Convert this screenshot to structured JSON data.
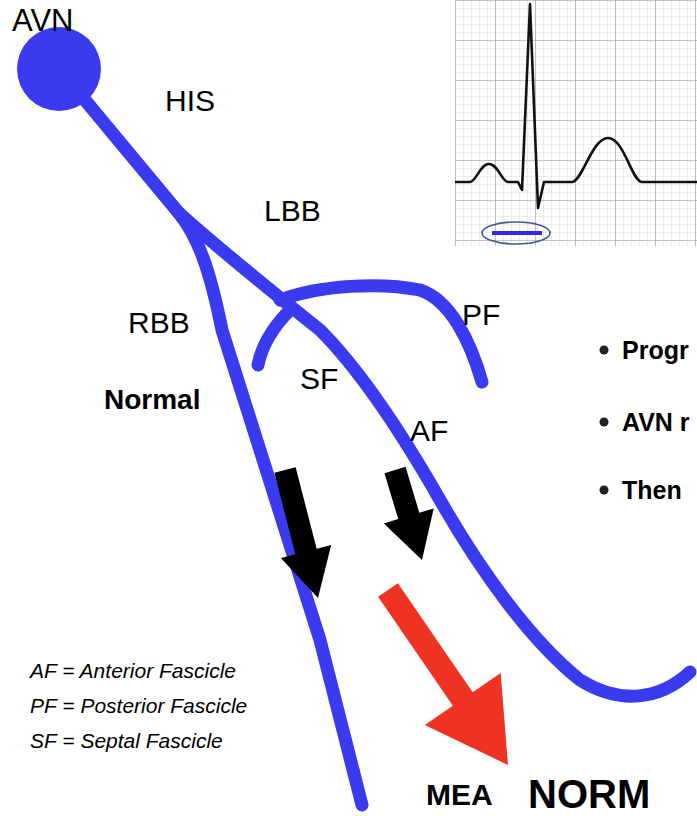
{
  "diagram": {
    "nodes": [
      {
        "text": [
          "AVN"
        ]
      }
    ],
    "labels": [
      "HIS",
      "LBB",
      "RBB",
      "PF",
      "SF",
      "AF",
      "Normal",
      "MEA",
      "NORM",
      "Progr",
      "AVN r",
      "Then",
      "AF = Anterior Fascicle",
      "PF = Posterior Fascicle",
      "SF = Septal Fascicle"
    ]
  }
}
